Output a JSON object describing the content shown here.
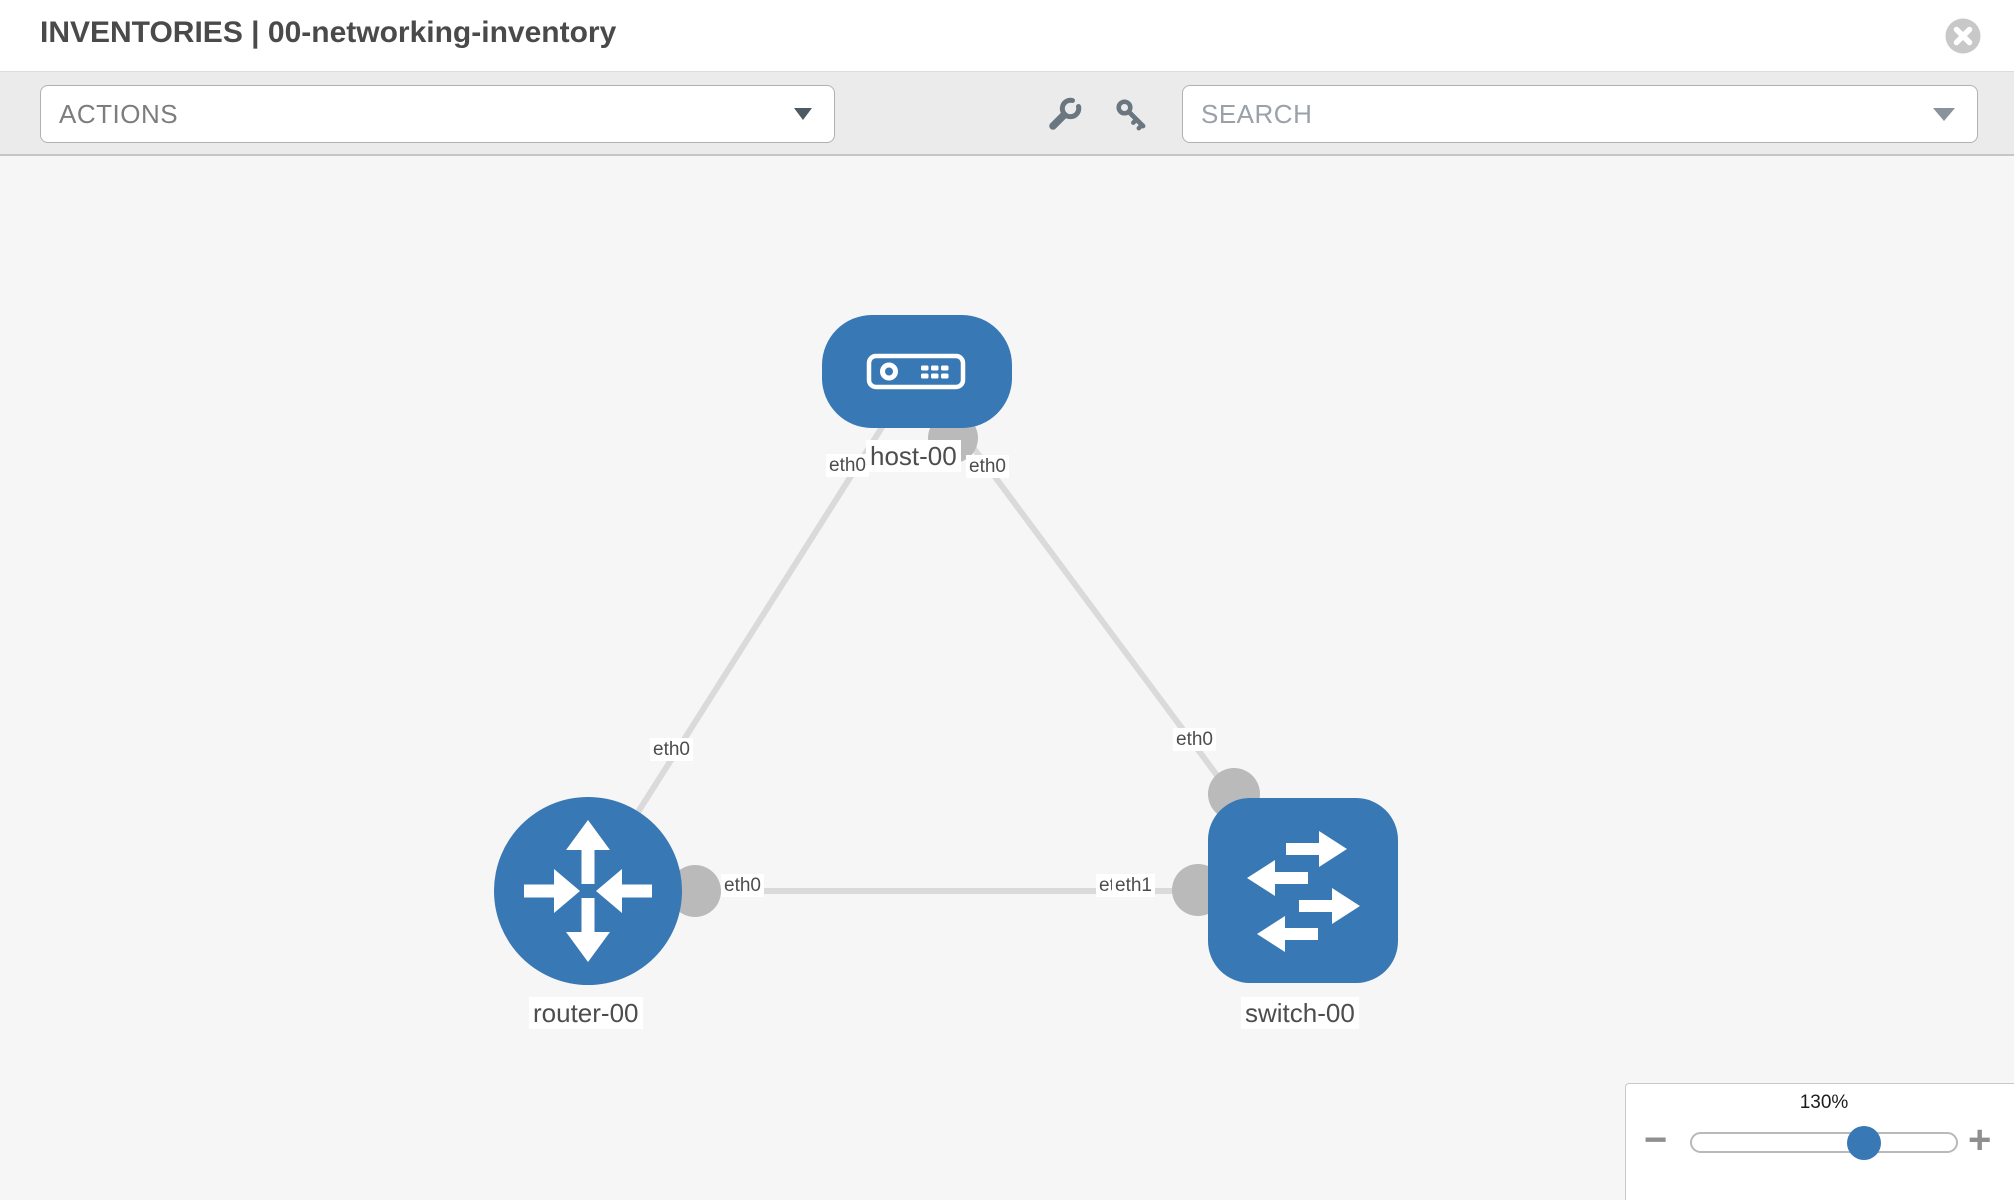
{
  "header": {
    "title": "INVENTORIES | 00-networking-inventory"
  },
  "toolbar": {
    "actions_label": "ACTIONS",
    "search_placeholder": "SEARCH"
  },
  "topology": {
    "nodes": [
      {
        "label": "host-00",
        "type": "host",
        "icon": "host-icon"
      },
      {
        "label": "router-00",
        "type": "router",
        "icon": "router-icon"
      },
      {
        "label": "switch-00",
        "type": "switch",
        "icon": "switch-icon"
      }
    ],
    "links": [
      {
        "from": "host-00",
        "from_interface": "eth0",
        "to": "router-00",
        "to_interface": "eth0"
      },
      {
        "from": "host-00",
        "from_interface": "eth0",
        "to": "switch-00",
        "to_interface": "eth0"
      },
      {
        "from": "router-00",
        "from_interface": "eth0",
        "to": "switch-00",
        "to_interface": "eth1"
      }
    ],
    "overlapped_interface_label": "eth0"
  },
  "zoom_control": {
    "level_label": "130%",
    "percent": 130,
    "zoom_out_label": "−",
    "zoom_in_label": "+"
  },
  "colors": {
    "node_blue": "#3878b4",
    "link_gray": "#dadada",
    "dot_gray": "#bababa",
    "canvas_bg": "#f6f6f6",
    "toolbar_bg": "#ebebeb"
  }
}
